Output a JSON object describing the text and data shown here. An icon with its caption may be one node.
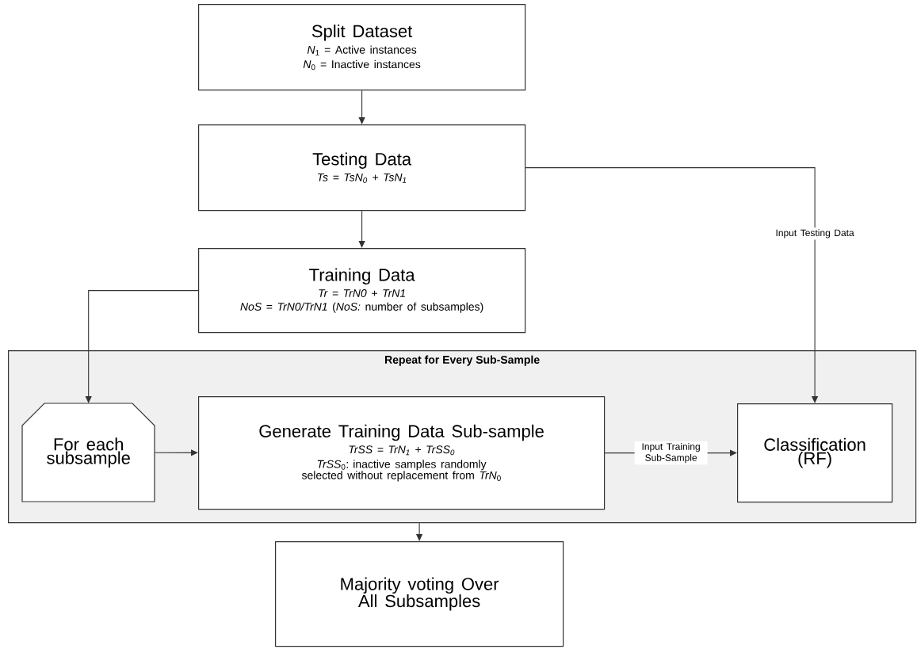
{
  "diagram": {
    "nodes": [
      {
        "text": [
          "Split Dataset",
          "*N*$_{1}$ = Active instances",
          "*N*$_{0}$ = Inactive instances"
        ]
      },
      {
        "text": [
          "Testing Data",
          "Ts = TsN$_{0}$ + TsN$_{1}$"
        ]
      },
      {
        "text": [
          "Training Data",
          "Tr = TrN0 + TrN1",
          "*NoS* = *TrN0/TrN1* (*NoS:* number of subsamples)"
        ]
      },
      {
        "text": [
          "Repeat for Every Sub-Sample"
        ]
      },
      {
        "text": [
          "For each subsample"
        ],
        "in": 3
      },
      {
        "text": [
          "Generate Training Data Sub-sample",
          "TrSS = TrN$_{1}$ + TrSS$_{0}$",
          "*TrSS*$_{0}$: inactive samples randomly selected without replacement from *TrN*$_{0}$"
        ],
        "in": 3
      },
      {
        "text": [
          "Classification (RF)"
        ],
        "in": 3
      },
      {
        "text": [
          "Majority voting Over All Subsamples"
        ]
      }
    ],
    "edges": [
      {
        "from": 0,
        "to": 1,
        "arrow": "to"
      },
      {
        "from": 1,
        "to": 2,
        "arrow": "to"
      },
      {
        "from": 1,
        "to": 6,
        "arrow": "to",
        "label": "Input Testing Data"
      },
      {
        "from": 2,
        "to": 4,
        "arrow": "to"
      },
      {
        "from": 4,
        "to": 5,
        "arrow": "to"
      },
      {
        "from": 5,
        "to": 6,
        "arrow": "to",
        "label": "Input Training Sub-Sample"
      },
      {
        "from": 3,
        "to": 7,
        "arrow": "to"
      }
    ]
  }
}
